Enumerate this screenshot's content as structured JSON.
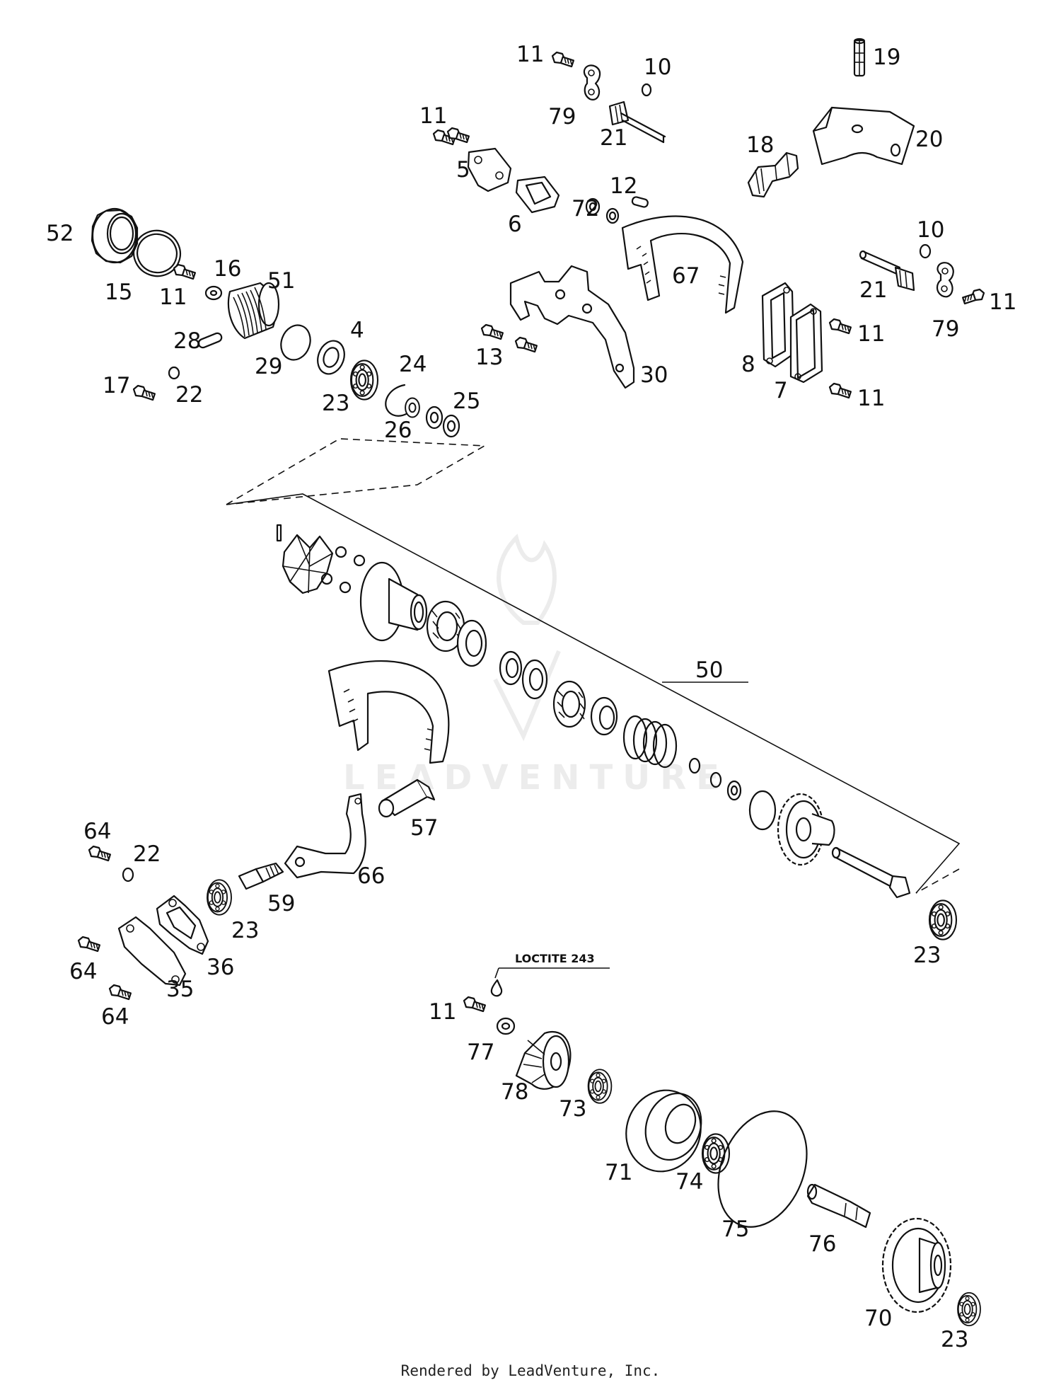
{
  "diagram": {
    "callouts": [
      {
        "id": "c11a",
        "text": "11"
      },
      {
        "id": "c10a",
        "text": "10"
      },
      {
        "id": "c79a",
        "text": "79"
      },
      {
        "id": "c21a",
        "text": "21"
      },
      {
        "id": "c19",
        "text": "19"
      },
      {
        "id": "c20",
        "text": "20"
      },
      {
        "id": "c18",
        "text": "18"
      },
      {
        "id": "c11b",
        "text": "11"
      },
      {
        "id": "c5",
        "text": "5"
      },
      {
        "id": "c6",
        "text": "6"
      },
      {
        "id": "c72",
        "text": "72"
      },
      {
        "id": "c12",
        "text": "12"
      },
      {
        "id": "c52",
        "text": "52"
      },
      {
        "id": "c15",
        "text": "15"
      },
      {
        "id": "c11c",
        "text": "11"
      },
      {
        "id": "c16",
        "text": "16"
      },
      {
        "id": "c51",
        "text": "51"
      },
      {
        "id": "c28",
        "text": "28"
      },
      {
        "id": "c29",
        "text": "29"
      },
      {
        "id": "c4",
        "text": "4"
      },
      {
        "id": "c17",
        "text": "17"
      },
      {
        "id": "c22a",
        "text": "22"
      },
      {
        "id": "c23a",
        "text": "23"
      },
      {
        "id": "c24",
        "text": "24"
      },
      {
        "id": "c26",
        "text": "26"
      },
      {
        "id": "c25",
        "text": "25"
      },
      {
        "id": "c13",
        "text": "13"
      },
      {
        "id": "c30",
        "text": "30"
      },
      {
        "id": "c67",
        "text": "67"
      },
      {
        "id": "c10b",
        "text": "10"
      },
      {
        "id": "c21b",
        "text": "21"
      },
      {
        "id": "c79b",
        "text": "79"
      },
      {
        "id": "c11d",
        "text": "11"
      },
      {
        "id": "c11e",
        "text": "11"
      },
      {
        "id": "c8",
        "text": "8"
      },
      {
        "id": "c7",
        "text": "7"
      },
      {
        "id": "c11f",
        "text": "11"
      },
      {
        "id": "c50",
        "text": "50"
      },
      {
        "id": "c57",
        "text": "57"
      },
      {
        "id": "c64a",
        "text": "64"
      },
      {
        "id": "c22b",
        "text": "22"
      },
      {
        "id": "c66",
        "text": "66"
      },
      {
        "id": "c59",
        "text": "59"
      },
      {
        "id": "c23b",
        "text": "23"
      },
      {
        "id": "c36",
        "text": "36"
      },
      {
        "id": "c64b",
        "text": "64"
      },
      {
        "id": "c35",
        "text": "35"
      },
      {
        "id": "c64c",
        "text": "64"
      },
      {
        "id": "c23c",
        "text": "23"
      },
      {
        "id": "c11g",
        "text": "11"
      },
      {
        "id": "c77",
        "text": "77"
      },
      {
        "id": "c78",
        "text": "78"
      },
      {
        "id": "c73",
        "text": "73"
      },
      {
        "id": "c71",
        "text": "71"
      },
      {
        "id": "c74",
        "text": "74"
      },
      {
        "id": "c75",
        "text": "75"
      },
      {
        "id": "c76",
        "text": "76"
      },
      {
        "id": "c70",
        "text": "70"
      },
      {
        "id": "c23d",
        "text": "23"
      }
    ],
    "loctite_note": "LOCTITE 243",
    "watermark": "LEADVENTURE",
    "footer": "Rendered by LeadVenture, Inc."
  }
}
